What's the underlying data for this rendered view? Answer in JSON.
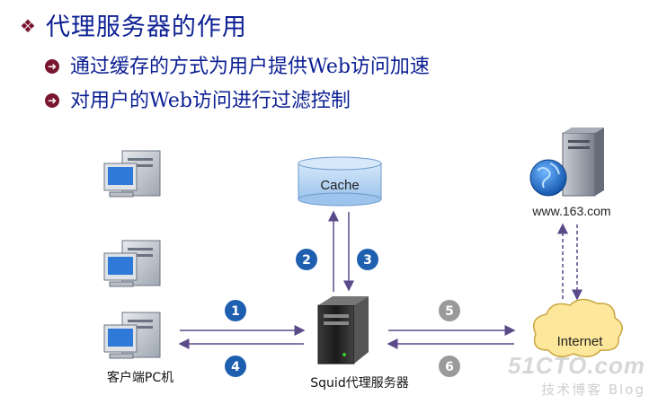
{
  "title": "代理服务器的作用",
  "bullets": [
    "通过缓存的方式为用户提供Web访问加速",
    "对用户的Web访问进行过滤控制"
  ],
  "nodes": {
    "cache": "Cache",
    "website": "www.163.com",
    "internet": "Internet",
    "client": "客户端PC机",
    "proxy": "Squid代理服务器"
  },
  "steps": [
    "1",
    "2",
    "3",
    "4",
    "5",
    "6"
  ],
  "watermark": {
    "site": "51CTO.com",
    "tagline": "技术博客 Blog"
  },
  "colors": {
    "title": "#0b1f93",
    "step_blue": "#1f5fb0",
    "step_gray": "#9a9a9a",
    "cache_fill": "#a9cdf0",
    "cloud_fill": "#fde79a"
  }
}
